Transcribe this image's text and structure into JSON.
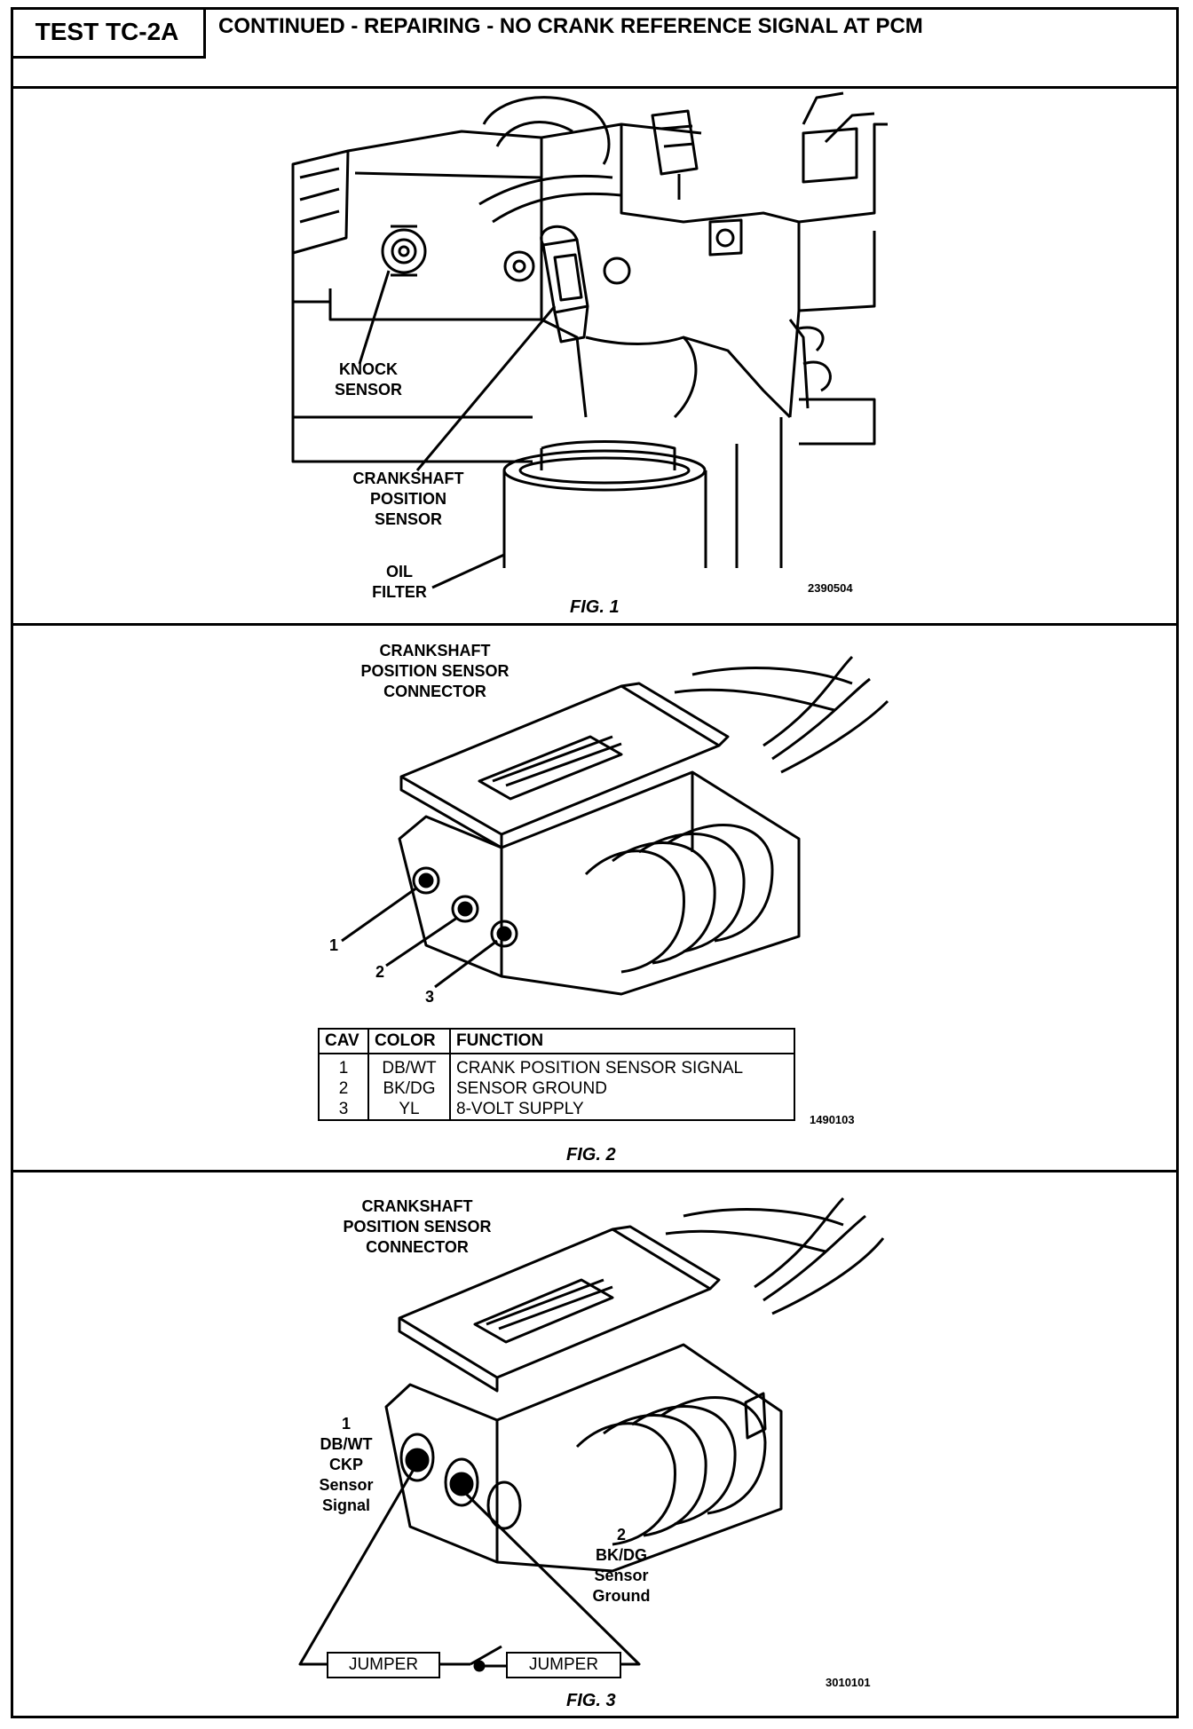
{
  "header": {
    "test_id": "TEST TC-2A",
    "title": "CONTINUED -  REPAIRING - NO CRANK REFERENCE SIGNAL AT PCM"
  },
  "fig1": {
    "caption": "FIG. 1",
    "code": "2390504",
    "labels": {
      "knock_sensor": [
        "KNOCK",
        "SENSOR"
      ],
      "ckp_sensor": [
        "CRANKSHAFT",
        "POSITION",
        "SENSOR"
      ],
      "oil_filter": [
        "OIL",
        "FILTER"
      ]
    }
  },
  "fig2": {
    "caption": "FIG. 2",
    "code": "1490103",
    "connector_title": [
      "CRANKSHAFT",
      "POSITION SENSOR",
      "CONNECTOR"
    ],
    "pins": [
      "1",
      "2",
      "3"
    ],
    "table": {
      "headers": [
        "CAV",
        "COLOR",
        "FUNCTION"
      ],
      "rows": [
        [
          "1",
          "DB/WT",
          "CRANK POSITION SENSOR SIGNAL"
        ],
        [
          "2",
          "BK/DG",
          "SENSOR GROUND"
        ],
        [
          "3",
          "YL",
          "8-VOLT SUPPLY"
        ]
      ]
    }
  },
  "fig3": {
    "caption": "FIG. 3",
    "code": "3010101",
    "connector_title": [
      "CRANKSHAFT",
      "POSITION SENSOR",
      "CONNECTOR"
    ],
    "pin1_label": [
      "1",
      "DB/WT",
      "CKP",
      "Sensor",
      "Signal"
    ],
    "pin2_label": [
      "2",
      "BK/DG",
      "Sensor",
      "Ground"
    ],
    "jumper_left": "JUMPER",
    "jumper_right": "JUMPER"
  }
}
